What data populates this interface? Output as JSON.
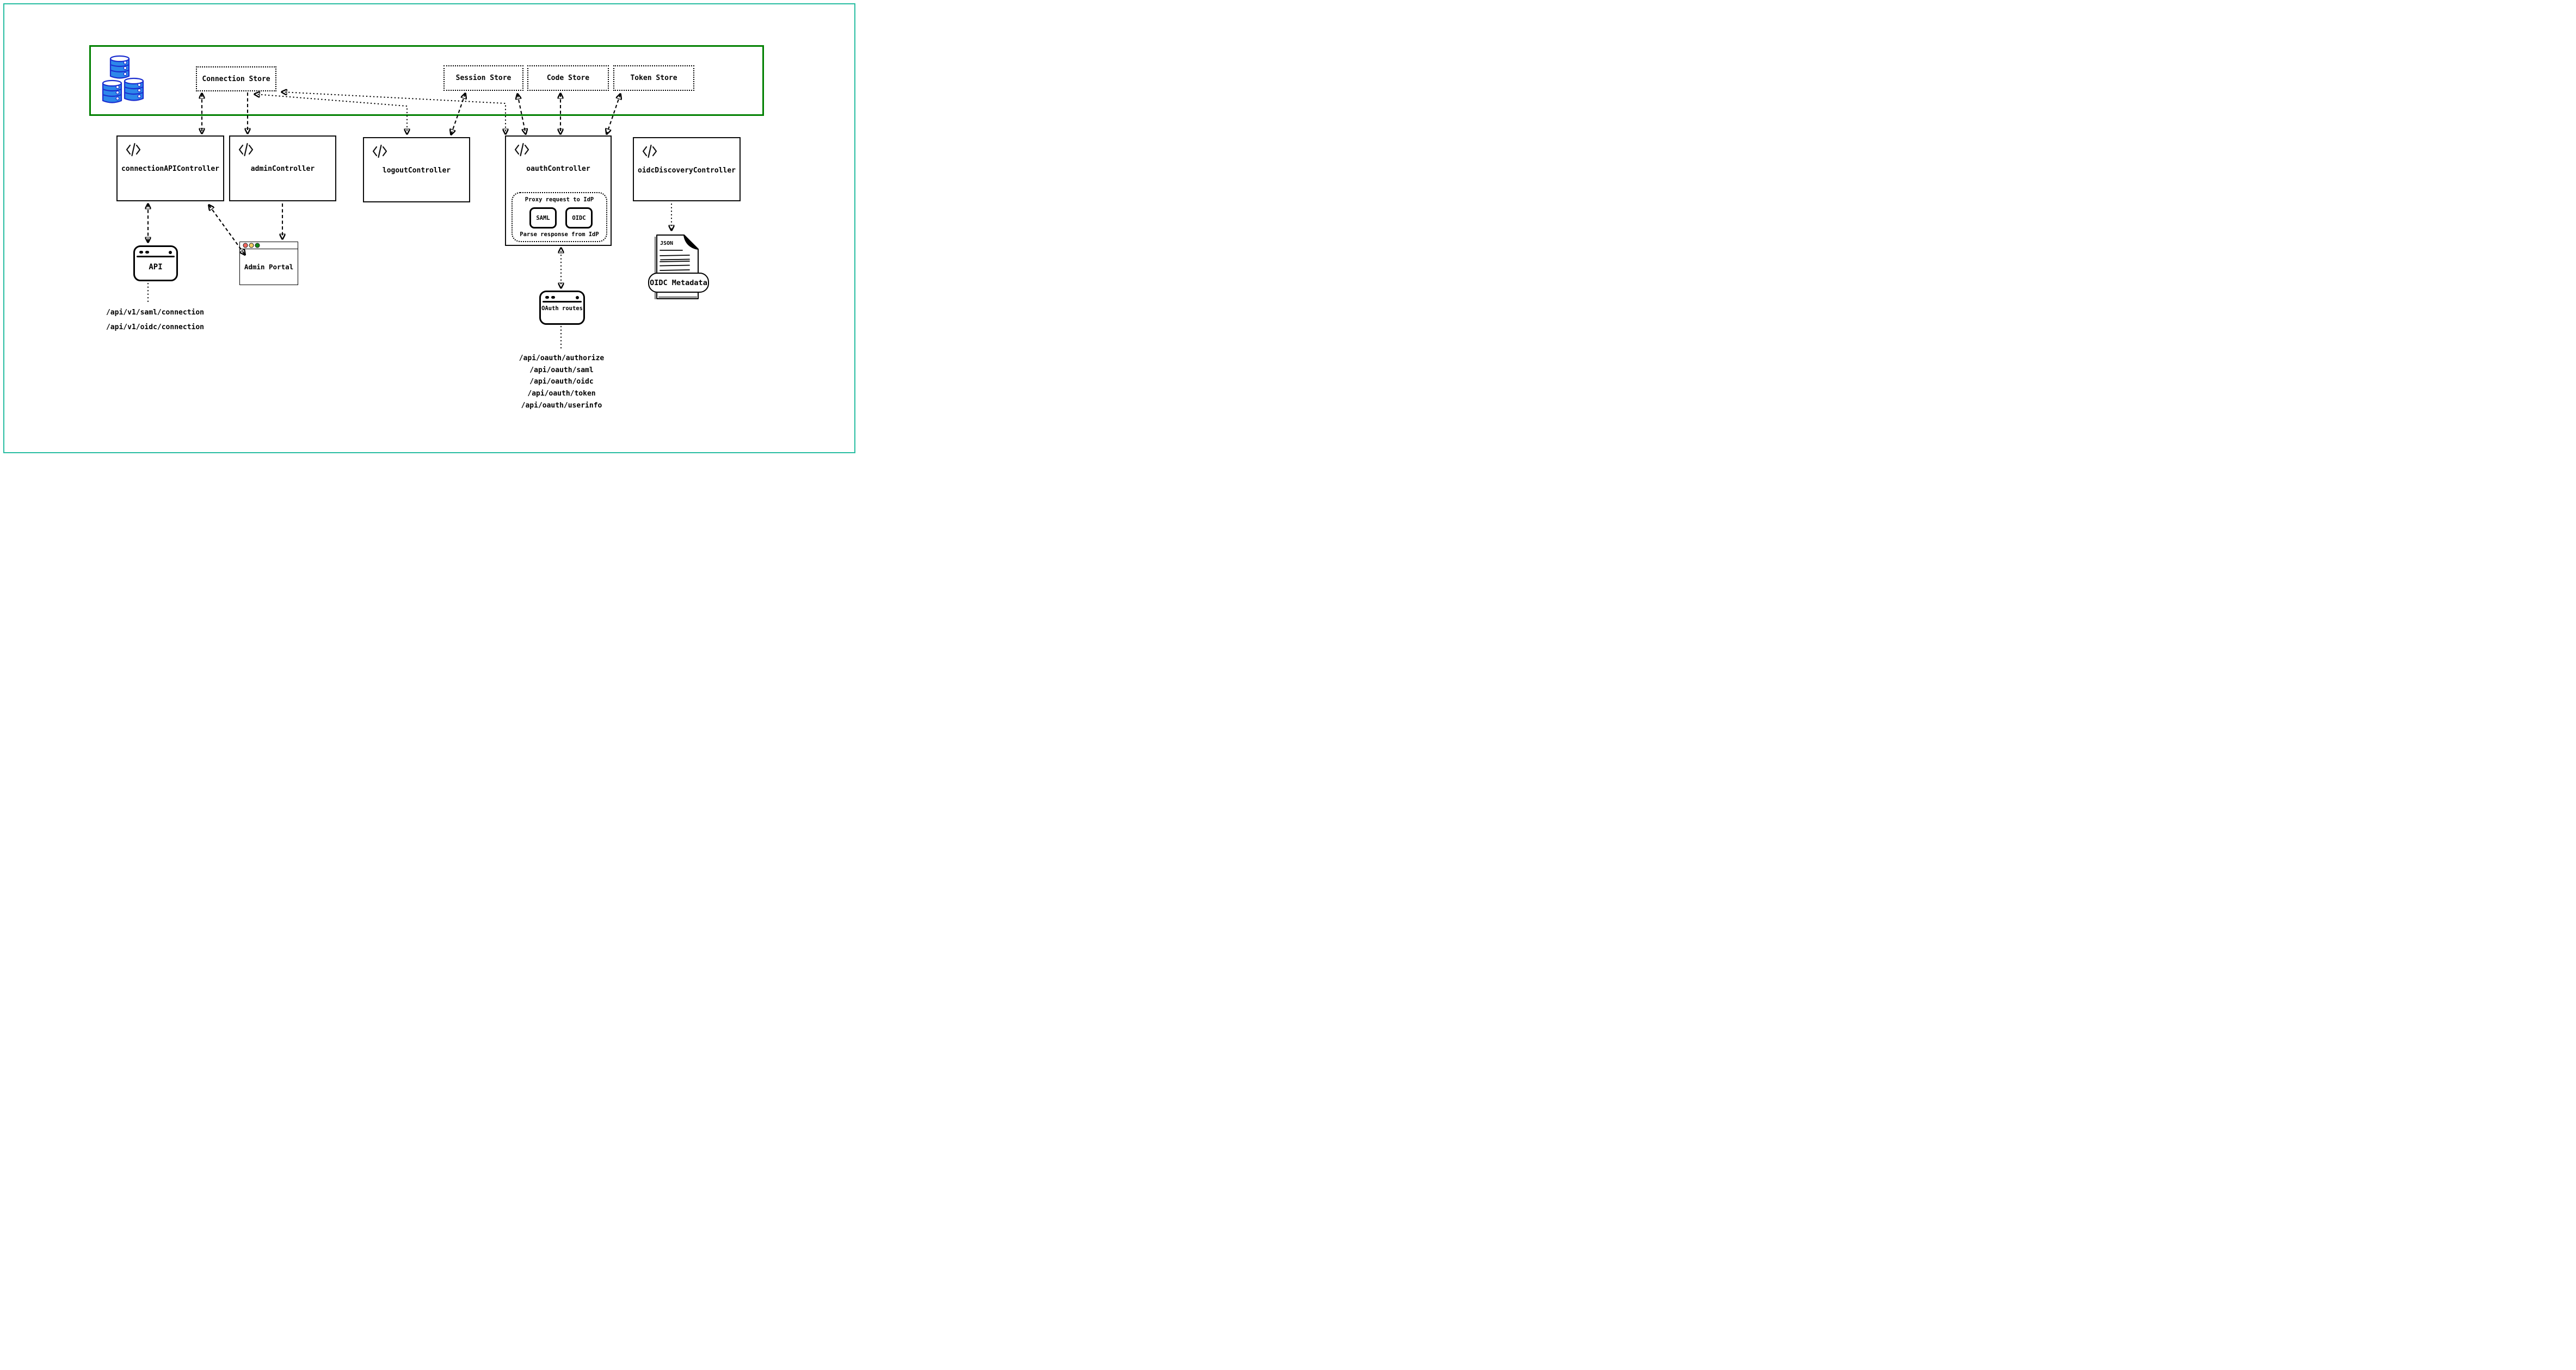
{
  "stores": {
    "connection": "Connection Store",
    "session": "Session Store",
    "code": "Code Store",
    "token": "Token Store"
  },
  "controllers": {
    "connection_api": "connectionAPIController",
    "admin": "adminController",
    "logout": "logoutController",
    "oauth": "oauthController",
    "oidc_discovery": "oidcDiscoveryController"
  },
  "oauth_proxy": {
    "request_label": "Proxy request to IdP",
    "response_label": "Parse response from IdP",
    "saml": "SAML",
    "oidc": "OIDC"
  },
  "clients": {
    "api": "API",
    "admin_portal": "Admin Portal",
    "oauth_routes": "OAuth routes"
  },
  "api_endpoints": [
    "/api/v1/saml/connection",
    "/api/v1/oidc/connection"
  ],
  "oauth_endpoints": [
    "/api/oauth/authorize",
    "/api/oauth/saml",
    "/api/oauth/oidc",
    "/api/oauth/token",
    "/api/oauth/userinfo"
  ],
  "document": {
    "file_tag": "JSON",
    "label": "OIDC Metadata"
  },
  "colors": {
    "frame": "#27bda1",
    "store_region_border": "#008000",
    "database_fill": "#2d87ea",
    "database_stroke": "#1b2ed0",
    "light_red": "#f4685f",
    "light_yellow": "#f6cf63",
    "light_green": "#148c18"
  }
}
